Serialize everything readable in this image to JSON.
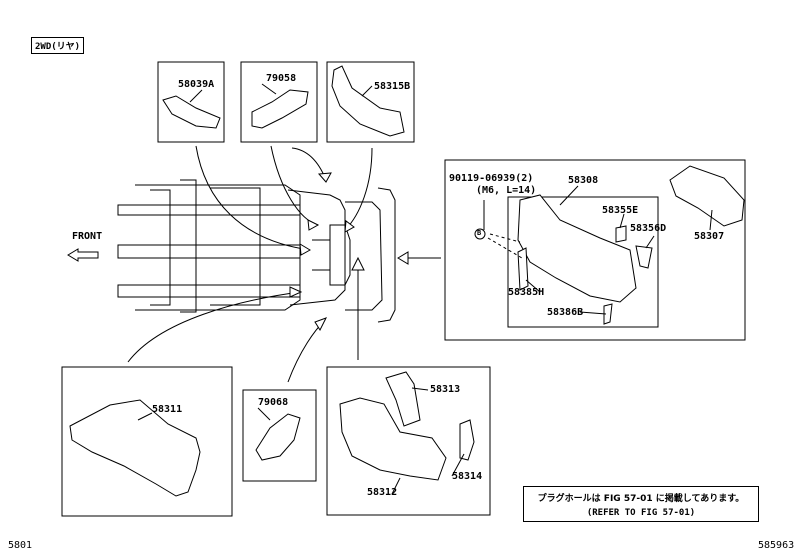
{
  "drive_tag": "2WD(リヤ)",
  "front_label": "FRONT",
  "parts": {
    "p58039A": "58039A",
    "p79058": "79058",
    "p58315B": "58315B",
    "p90119": "90119-06939(2)",
    "p90119_spec": "(M6, L=14)",
    "p58308": "58308",
    "p58355E": "58355E",
    "p58356D": "58356D",
    "p58307": "58307",
    "p58385H": "58385H",
    "p58386B": "58386B",
    "p58311": "58311",
    "p79068": "79068",
    "p58313": "58313",
    "p58314": "58314",
    "p58312": "58312"
  },
  "bolt_marker": "B",
  "note_line1": "プラグホールは FIG 57-01 に掲載してあります。",
  "note_line2": "(REFER TO FIG 57-01)",
  "footer_left": "5801",
  "footer_right": "585963"
}
